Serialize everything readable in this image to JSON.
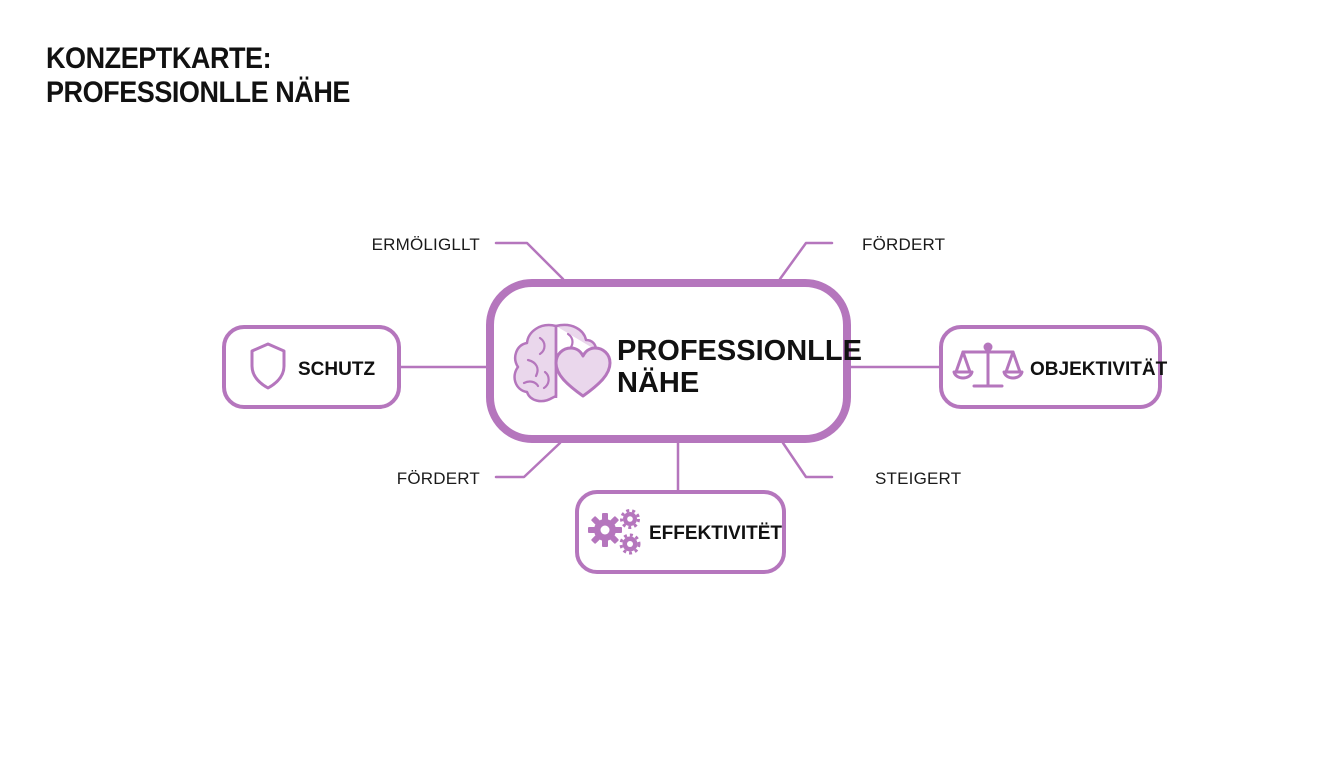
{
  "title": {
    "line1": "KONZEPTKARTE:",
    "line2": "PROFESSIONLLE NÄHE"
  },
  "center": {
    "line1": "PROFESSIONLLE",
    "line2": "NÄHE",
    "icon": "brain-heart-icon"
  },
  "nodes": {
    "schutz": {
      "label": "SCHUTZ",
      "icon": "shield-icon"
    },
    "objektivitaet": {
      "label": "OBJEKTIVITÄT",
      "icon": "scales-icon"
    },
    "effektivitaet": {
      "label": "EFFEKTIVITËT",
      "icon": "gears-icon"
    }
  },
  "edges": {
    "top_left": "ERMÖLIGLLT",
    "top_right": "FÖRDERT",
    "bottom_left": "FÖRDERT",
    "bottom_right": "STEIGERT"
  },
  "colors": {
    "accent": "#b576bd",
    "accent_light": "#ead7ec",
    "text": "#111111"
  }
}
